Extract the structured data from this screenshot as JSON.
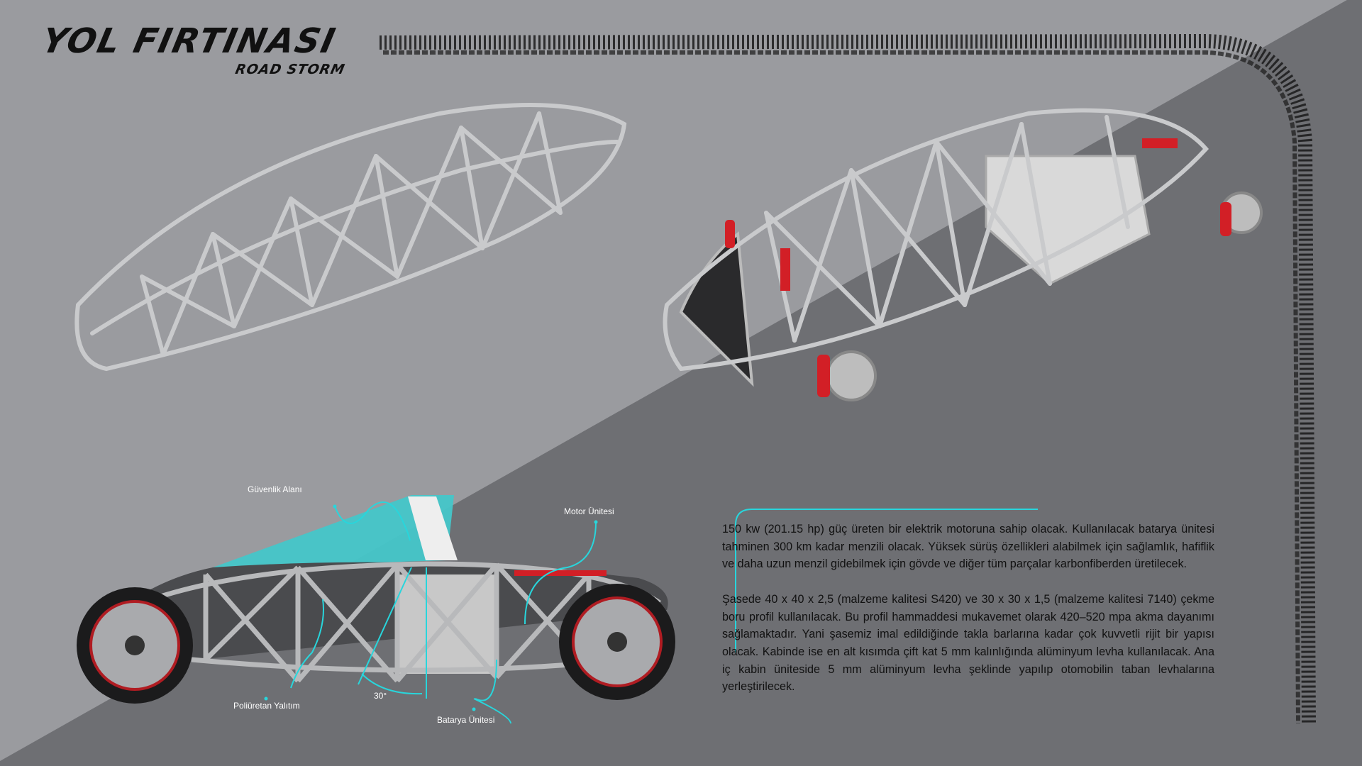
{
  "header": {
    "title": "YOL FIRTINASI",
    "subtitle": "ROAD STORM"
  },
  "colors": {
    "light_bg": "#9a9b9f",
    "dark_bg": "#6e6f73",
    "accent": "#28d6dc",
    "text": "#111111"
  },
  "annotations": {
    "safety_zone": "Güvenlik Alanı",
    "motor_unit": "Motor Ünitesi",
    "insulation": "Poliüretan Yalıtım",
    "angle": "30°",
    "battery_unit": "Batarya Ünitesi"
  },
  "description": {
    "paragraph1": "150 kw (201.15 hp) güç üreten bir elektrik motoruna sahip olacak. Kullanılacak batarya ünitesi tahminen 300 km kadar menzili olacak. Yüksek sürüş özellikleri alabilmek için sağlamlık, hafiflik ve daha uzun menzil gidebilmek için gövde ve diğer tüm parçalar karbonfiberden üretilecek.",
    "paragraph2": "Şasede 40 x 40 x 2,5 (malzeme kalitesi S420) ve 30 x 30 x 1,5 (malzeme kalitesi 7140) çekme boru profil kullanılacak. Bu profil hammaddesi mukavemet olarak 420–520 mpa akma dayanımı sağlamaktadır. Yani şasemiz imal edildiğinde takla barlarına kadar çok kuvvetli rijit bir yapısı olacak. Kabinde ise en alt kısımda çift kat 5 mm kalınlığında alüminyum levha kullanılacak. Ana iç kabin üniteside 5 mm alüminyum levha şeklinde yapılıp otomobilin taban levhalarına yerleştirilecek."
  }
}
